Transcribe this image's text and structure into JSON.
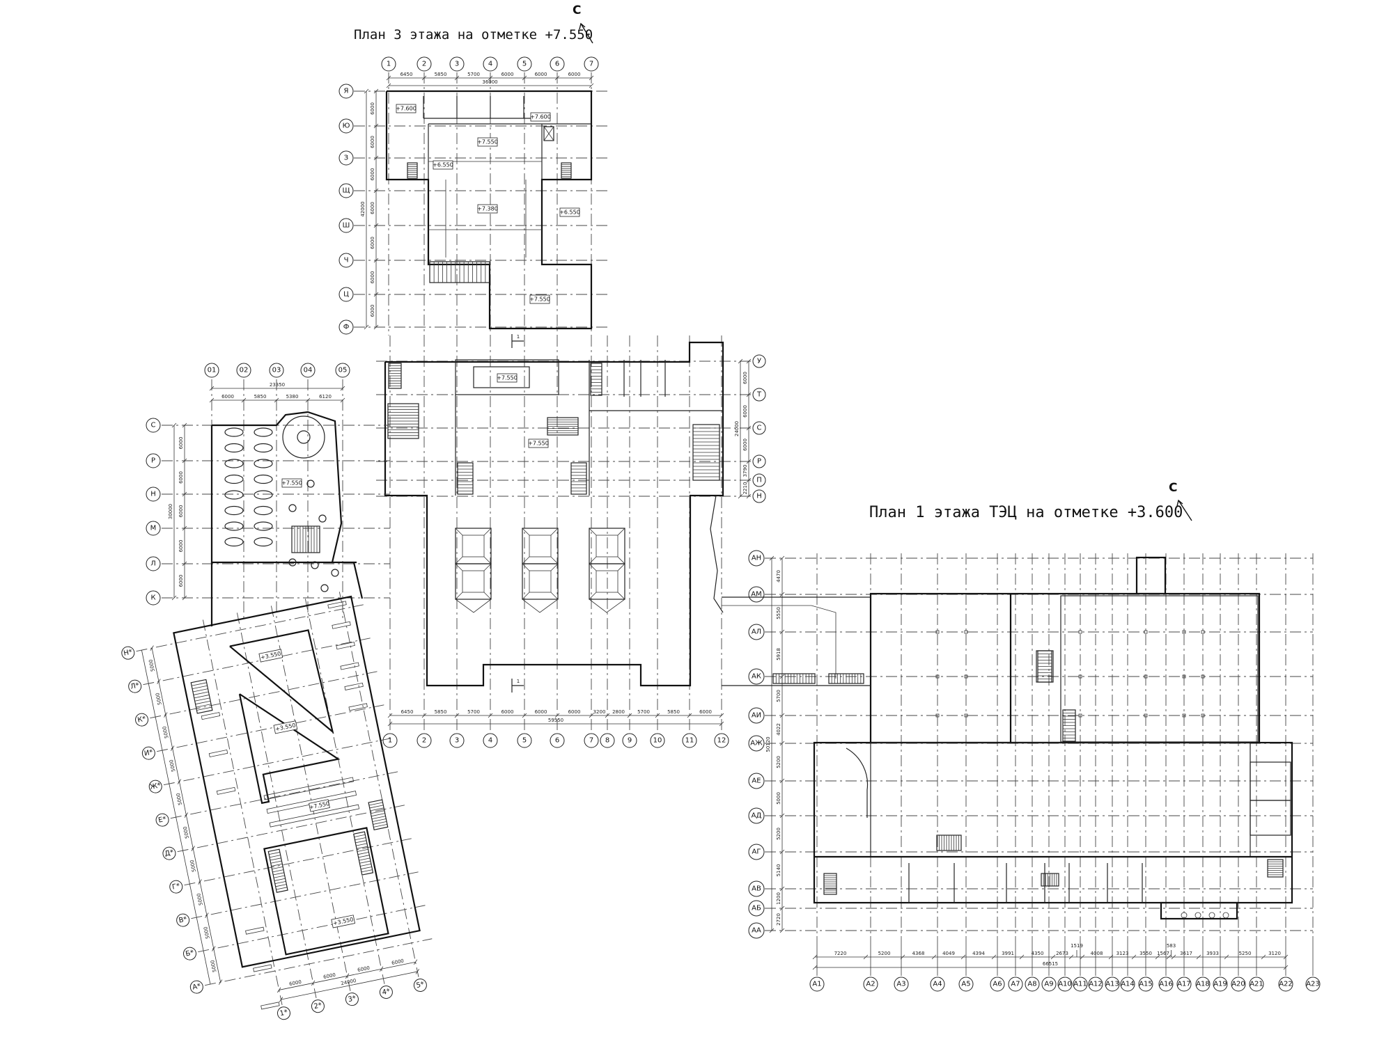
{
  "titles": {
    "third_floor": "План 3 этажа на отметке +7.550",
    "first_floor": "План 1 этажа ТЭЦ на отметке +3.600",
    "north_letter": "С"
  },
  "top_plan": {
    "col_axes": [
      "1",
      "2",
      "3",
      "4",
      "5",
      "6",
      "7"
    ],
    "col_dims": [
      "6450",
      "5850",
      "5700",
      "6000",
      "6000",
      "6000"
    ],
    "col_total": "36000",
    "row_axes": [
      "Я",
      "Ю",
      "З",
      "Щ",
      "Ш",
      "Ч",
      "Ц",
      "Ф"
    ],
    "row_dims": [
      "6000",
      "6000",
      "6000",
      "6000",
      "6000",
      "6000",
      "6000"
    ],
    "row_total": "42000",
    "levels": [
      "+7.600",
      "+7.600",
      "+7.550",
      "+6.550",
      "+7.380",
      "+6.550",
      "+7.550"
    ]
  },
  "middle_plan": {
    "col_axes": [
      "1",
      "2",
      "3",
      "4",
      "5",
      "6",
      "7",
      "8",
      "9",
      "10",
      "11",
      "12"
    ],
    "col_dims": [
      "6450",
      "5850",
      "5700",
      "6000",
      "6000",
      "6000",
      "3200",
      "2800",
      "5700",
      "5850",
      "6000"
    ],
    "col_total": "59550",
    "row_axes": [
      "У",
      "Т",
      "С",
      "Р",
      "П",
      "Н"
    ],
    "row_dims": [
      "6000",
      "6000",
      "6000",
      "3790",
      "2210"
    ],
    "row_total": "24000",
    "levels": [
      "+7.550",
      "+7.550"
    ],
    "section_mark": "1"
  },
  "left_plan": {
    "col_axes": [
      "01",
      "02",
      "03",
      "04",
      "05"
    ],
    "col_dims": [
      "6000",
      "5850",
      "5380",
      "6120"
    ],
    "col_total": "23350",
    "row_axes": [
      "С",
      "Р",
      "Н",
      "М",
      "Л",
      "К"
    ],
    "row_dims": [
      "6000",
      "6000",
      "6000",
      "6000",
      "6000"
    ],
    "row_total": "30000",
    "levels": [
      "+7.550"
    ]
  },
  "rotated_plan": {
    "row_axes": [
      "Н*",
      "Л*",
      "К*",
      "И*",
      "Ж*",
      "Е*",
      "Д*",
      "Г*",
      "В*",
      "Б*",
      "А*"
    ],
    "col_axes": [
      "1*",
      "2*",
      "3*",
      "4*",
      "5*"
    ],
    "col_dims": [
      "6000",
      "6000",
      "6000",
      "6000"
    ],
    "col_total": "24000",
    "row_dims": [
      "5000",
      "5000",
      "5000",
      "5000",
      "5000",
      "5000",
      "5000",
      "5000",
      "5000",
      "5000"
    ],
    "levels": [
      "+3.550",
      "+3.550",
      "+7.550",
      "+3.550"
    ]
  },
  "right_plan": {
    "col_axes": [
      "А1",
      "А2",
      "А3",
      "А4",
      "А5",
      "А6",
      "А7",
      "А8",
      "А9",
      "А10",
      "А11",
      "А12",
      "А13",
      "А14",
      "А15",
      "А16",
      "А17",
      "А18",
      "А19",
      "А20",
      "А21",
      "А22",
      "А23"
    ],
    "col_dims": [
      "7220",
      "5200",
      "4368",
      "4049",
      "4394",
      "3991",
      "4350",
      "2673",
      "1519",
      "4008",
      "3123",
      "3550",
      "1567",
      "583",
      "3617",
      "3933",
      "5250",
      "3120"
    ],
    "col_total": "66515",
    "row_axes": [
      "АН",
      "АМ",
      "АЛ",
      "АК",
      "АИ",
      "АЖ",
      "АЕ",
      "АД",
      "АГ",
      "АВ",
      "АБ",
      "АА"
    ],
    "row_dims": [
      "4470",
      "5550",
      "5918",
      "5700",
      "4022",
      "5200",
      "5000",
      "5200",
      "5140",
      "1200",
      "2720"
    ],
    "row_total": "50120"
  }
}
